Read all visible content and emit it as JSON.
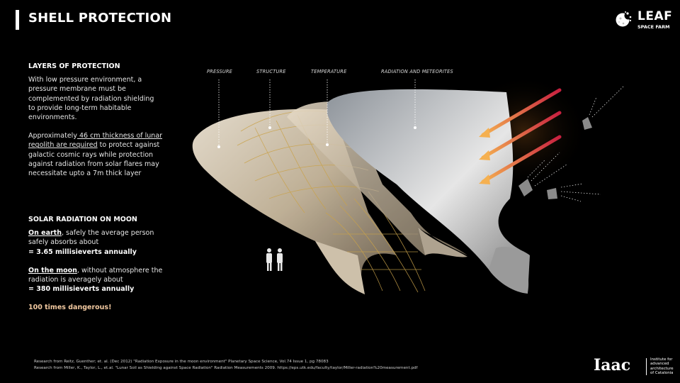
{
  "header": {
    "title": "SHELL PROTECTION"
  },
  "brand": {
    "logo_main": "LEAF",
    "logo_sub": "SPACE FARM",
    "logo_icon": "moon-icon"
  },
  "section_layers": {
    "heading": "LAYERS OF PROTECTION",
    "paragraph1": "With low pressure environment, a pressure membrane must be complemented by radiation shielding to provide long-term habitable environments.",
    "paragraph2_prefix": "Approximately",
    "paragraph2_highlight": " 46 cm thickness of lunar regolith are required",
    "paragraph2_suffix": " to protect against galactic cosmic rays while protection against radiation from solar flares may necessitate upto a 7m thick layer"
  },
  "section_solar": {
    "heading": "SOLAR RADIATION ON MOON",
    "earth_label": "On earth",
    "earth_text": ", safely the average person safely absorbs about",
    "earth_value": "= 3.65 millisieverts annually",
    "moon_label": "On the moon",
    "moon_text": ", without atmosphere the radiation is averagely about",
    "moon_value": "= 380 millisieverts annually",
    "conclusion": "100 times dangerous!"
  },
  "diagram": {
    "labels": [
      "PRESSURE",
      "STRUCTURE",
      "TEMPERATURE",
      "RADIATION AND METEORITES"
    ],
    "arrow_colors": {
      "start": "#c8203f",
      "end": "#f5b050"
    },
    "shell_colors": {
      "pressure": "#d9cbb4",
      "structure": "#c9a24a",
      "radiation": "#b8b8b8"
    }
  },
  "references": [
    "Research from Reitz, Guenther; et. al. (Dec 2012) \"Radiation Exposure in the moon environment\" Planetary Space Science, Vol.74 Issue 1, pg 78083",
    "Research from Miller, K., Taylor, L., et.al. \"Lunar Soil as Shielding against Space Radiation\" Radiation Measurements 2009. https://eps.utk.edu/faculty/taylor/Miller-radiation%20measurement.pdf"
  ],
  "institution": {
    "wordmark": "Iaac",
    "lines": [
      "Institute for",
      "advanced",
      "architecture",
      "of Catalonia"
    ]
  }
}
